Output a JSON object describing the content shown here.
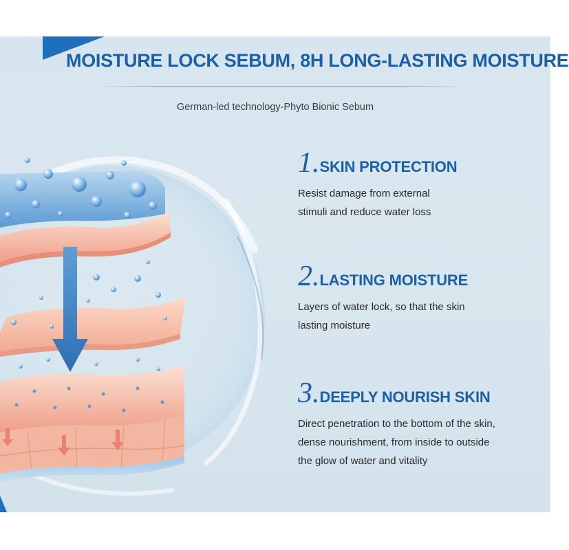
{
  "header": {
    "title": "MOISTURE LOCK SEBUM, 8H LONG-LASTING MOISTURE",
    "subtitle": "German-led technology-Phyto Bionic Sebum"
  },
  "features": [
    {
      "number": "1.",
      "title": "SKIN PROTECTION",
      "description": "Resist damage from external stimuli and reduce water loss"
    },
    {
      "number": "2.",
      "title": "LASTING MOISTURE",
      "description": "Layers of water lock, so that the skin lasting moisture"
    },
    {
      "number": "3.",
      "title": "DEEPLY NOURISH SKIN",
      "description": "Direct penetration to the bottom of the skin, dense nourishment, from inside to outside the glow of water and vitality"
    }
  ],
  "colors": {
    "accent": "#1d5fa6",
    "corner": "#1f6fbf",
    "background": "#d6e5ef",
    "skin": "#f2b8a6",
    "water": "#7fb3df"
  }
}
